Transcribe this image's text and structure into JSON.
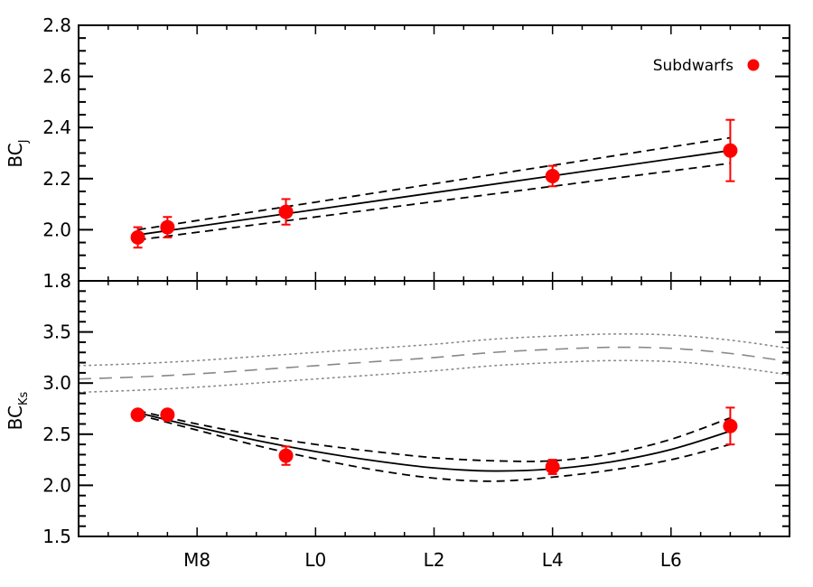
{
  "chart_data": [
    {
      "type": "scatter",
      "panel": "top",
      "ylabel": "BC",
      "ylabel_sub": "J",
      "ylim": [
        1.8,
        2.8
      ],
      "yticks": [
        1.8,
        2.0,
        2.2,
        2.4,
        2.6,
        2.8
      ],
      "ytick_labels": [
        "1.8",
        "2.0",
        "2.2",
        "2.4",
        "2.6",
        "2.8"
      ],
      "y_minor_step": 0.05,
      "legend": {
        "label": "Subdwarfs",
        "placement": "top-right",
        "color": "#ff0000"
      },
      "points": {
        "name": "Subdwarfs",
        "color": "#ff0000",
        "x": [
          7,
          7.5,
          9.5,
          14,
          17
        ],
        "x_labels": [
          "M7",
          "M7.5",
          "M9.5",
          "L4",
          "L7"
        ],
        "y": [
          1.97,
          2.01,
          2.07,
          2.21,
          2.31
        ],
        "yerr": [
          0.04,
          0.04,
          0.05,
          0.04,
          0.12
        ]
      },
      "fit": {
        "x": [
          7,
          17
        ],
        "y": [
          1.98,
          2.31
        ],
        "band": [
          0.02,
          0.05
        ],
        "color": "#000000"
      }
    },
    {
      "type": "scatter",
      "panel": "bottom",
      "ylabel": "BC",
      "ylabel_sub": "Ks",
      "ylim": [
        1.5,
        4.0
      ],
      "yticks": [
        1.5,
        2.0,
        2.5,
        3.0,
        3.5
      ],
      "ytick_labels": [
        "1.5",
        "2.0",
        "2.5",
        "3.0",
        "3.5"
      ],
      "y_minor_step": 0.1,
      "points": {
        "name": "Subdwarfs",
        "color": "#ff0000",
        "x": [
          7,
          7.5,
          9.5,
          14,
          17
        ],
        "x_labels": [
          "M7",
          "M7.5",
          "M9.5",
          "L4",
          "L7"
        ],
        "y": [
          2.69,
          2.69,
          2.29,
          2.18,
          2.58
        ],
        "yerr": [
          0.0,
          0.0,
          0.09,
          0.07,
          0.18
        ]
      },
      "fit": {
        "x": [
          7,
          8,
          9,
          10,
          11,
          12,
          13,
          14,
          15,
          16,
          17
        ],
        "y": [
          2.71,
          2.57,
          2.44,
          2.33,
          2.24,
          2.17,
          2.14,
          2.16,
          2.23,
          2.35,
          2.53
        ],
        "band": [
          0.02,
          0.03,
          0.05,
          0.07,
          0.09,
          0.1,
          0.1,
          0.08,
          0.08,
          0.1,
          0.13
        ],
        "color": "#000000"
      },
      "reference": {
        "x": [
          6,
          7,
          8,
          9,
          10,
          11,
          12,
          13,
          14,
          15,
          16,
          17,
          18
        ],
        "y": [
          3.04,
          3.06,
          3.09,
          3.13,
          3.17,
          3.21,
          3.25,
          3.3,
          3.33,
          3.35,
          3.34,
          3.29,
          3.21
        ],
        "band": 0.13,
        "color": "#888888"
      }
    }
  ],
  "x_axis": {
    "xlim": [
      6,
      18
    ],
    "ticks": [
      8,
      10,
      12,
      14,
      16
    ],
    "tick_labels": [
      "M8",
      "L0",
      "L2",
      "L4",
      "L6"
    ],
    "minor_step": 0.5
  }
}
